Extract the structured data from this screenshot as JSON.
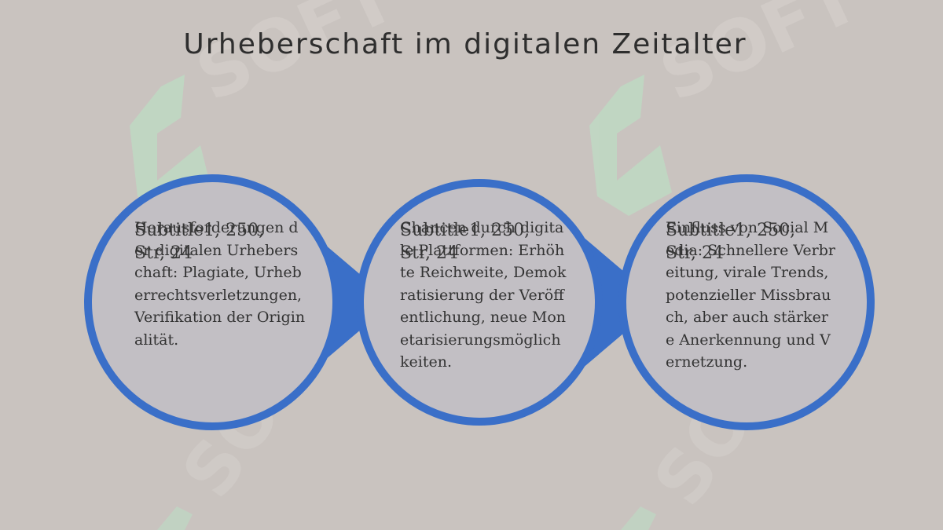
{
  "title": "Urheberschaft im digitalen Zeitalter",
  "colors": {
    "background": "#c9c3bf",
    "accent": "#3a6fc8",
    "circle_fill": "#c2bfc4",
    "title_text": "#2e2e2e",
    "body_text": "#333333"
  },
  "placeholder_text": "Subtitle1, 250, Str, 24",
  "steps": [
    {
      "text": "Herausforderungen der digitalen Urheberschaft: Plagiate, Urheberrechtsverletzungen, Verifikation der Originalität."
    },
    {
      "text": "Chancen durch digitale Plattformen: Erhöhte Reichweite, Demokratisierung der Veröffentlichung, neue Monetarisierungsmöglichkeiten."
    },
    {
      "text": "Einfluss von Social Media: Schnellere Verbreitung, virale Trends, potenzieller Missbrauch, aber auch stärkere Anerkennung und Vernetzung."
    }
  ]
}
